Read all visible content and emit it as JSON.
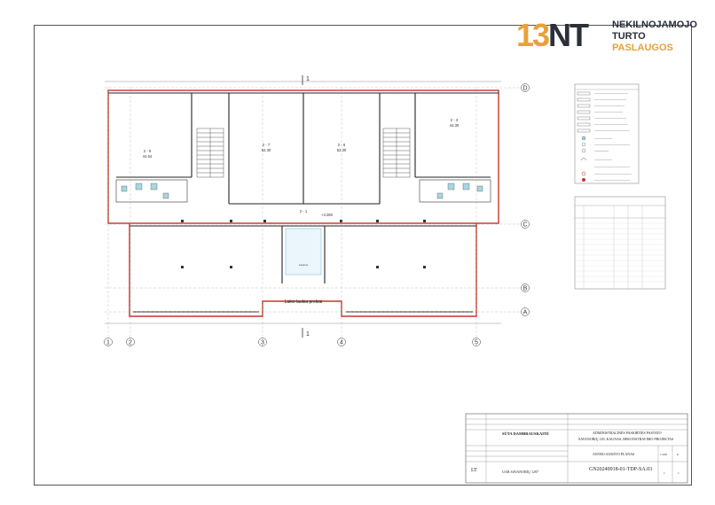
{
  "logo": {
    "mark_part1": "13",
    "mark_part2": "NT",
    "line1": "NEKILNOJAMOJO",
    "line2": "TURTO",
    "line3": "PASLAUGOS"
  },
  "plan": {
    "grid_columns": [
      "1",
      "2",
      "3",
      "4",
      "5"
    ],
    "grid_rows": [
      "D",
      "C",
      "B",
      "A"
    ],
    "section_marker": "1",
    "rooms": [
      {
        "id": "2 - 9",
        "area": "44.64"
      },
      {
        "id": "2 - 7",
        "area": "52.30"
      },
      {
        "id": "2 - 6",
        "area": "52.30"
      },
      {
        "id": "2 - 3",
        "area": "44.30"
      }
    ],
    "level_mark": "+3.280",
    "central_label": "2 - 1",
    "lobby_label": "Laiptinė",
    "entrance_label": "Laiko laukia prekiai"
  },
  "title_block": {
    "country": "LT",
    "address": "UAB SAVANORIŲ 1297",
    "org": "SŪTA DAMBRAUSKAITĖ",
    "project_title": "ADMINISTRACINĖS PASKIRTIES PASTATO",
    "project_subtitle": "SAVANORIŲ 129, KAUNAS, REKONSTRAVIMO PROJEKTAS",
    "sheet_title": "ANTRO AUKŠTO PLANAS",
    "scale": "1:100",
    "sheet_no": "6",
    "doc_code": "GN20240918-01-TDP-SA.03",
    "pages_left": "1",
    "pages_right": "1"
  },
  "colors": {
    "accent_orange": "#e8a13a",
    "dark": "#2b2f38",
    "wall_red": "#c0392b"
  }
}
